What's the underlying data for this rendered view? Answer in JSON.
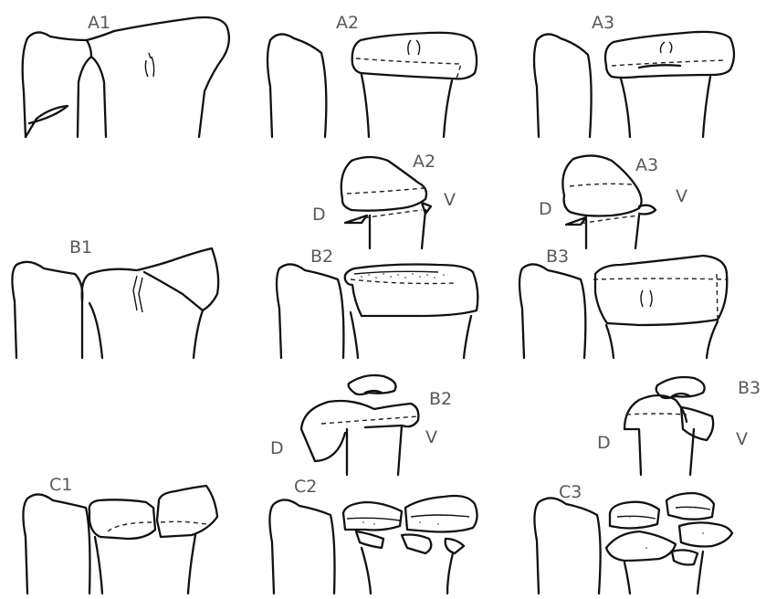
{
  "labels": {
    "a1": "A1",
    "a2": "A2",
    "a3": "A3",
    "a2_lateral": "A2",
    "a3_lateral": "A3",
    "b1": "B1",
    "b2": "B2",
    "b3": "B3",
    "b2_lateral": "B2",
    "b3_lateral": "B3",
    "c1": "C1",
    "c2": "C2",
    "c3": "C3",
    "d1": "D",
    "v1": "V",
    "d2": "D",
    "v2": "V",
    "d3": "D",
    "v3": "V",
    "d4": "D",
    "v4": "V"
  },
  "colors": {
    "line": "#111111",
    "label": "#595959",
    "background": "#ffffff"
  }
}
